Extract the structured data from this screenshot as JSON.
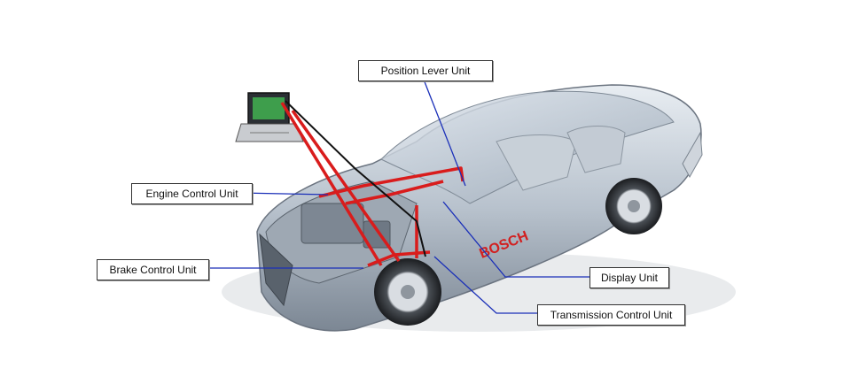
{
  "labels": {
    "position_lever_unit": "Position Lever Unit",
    "engine_control_unit": "Engine Control Unit",
    "brake_control_unit": "Brake Control Unit",
    "display_unit": "Display Unit",
    "transmission_control_unit": "Transmission Control Unit"
  },
  "brand_mark": "BOSCH",
  "colors": {
    "leader_line": "#1a2fb8",
    "signal_wire": "#d91c1c",
    "data_cable": "#111111",
    "car_body": "#b9c3cf"
  }
}
